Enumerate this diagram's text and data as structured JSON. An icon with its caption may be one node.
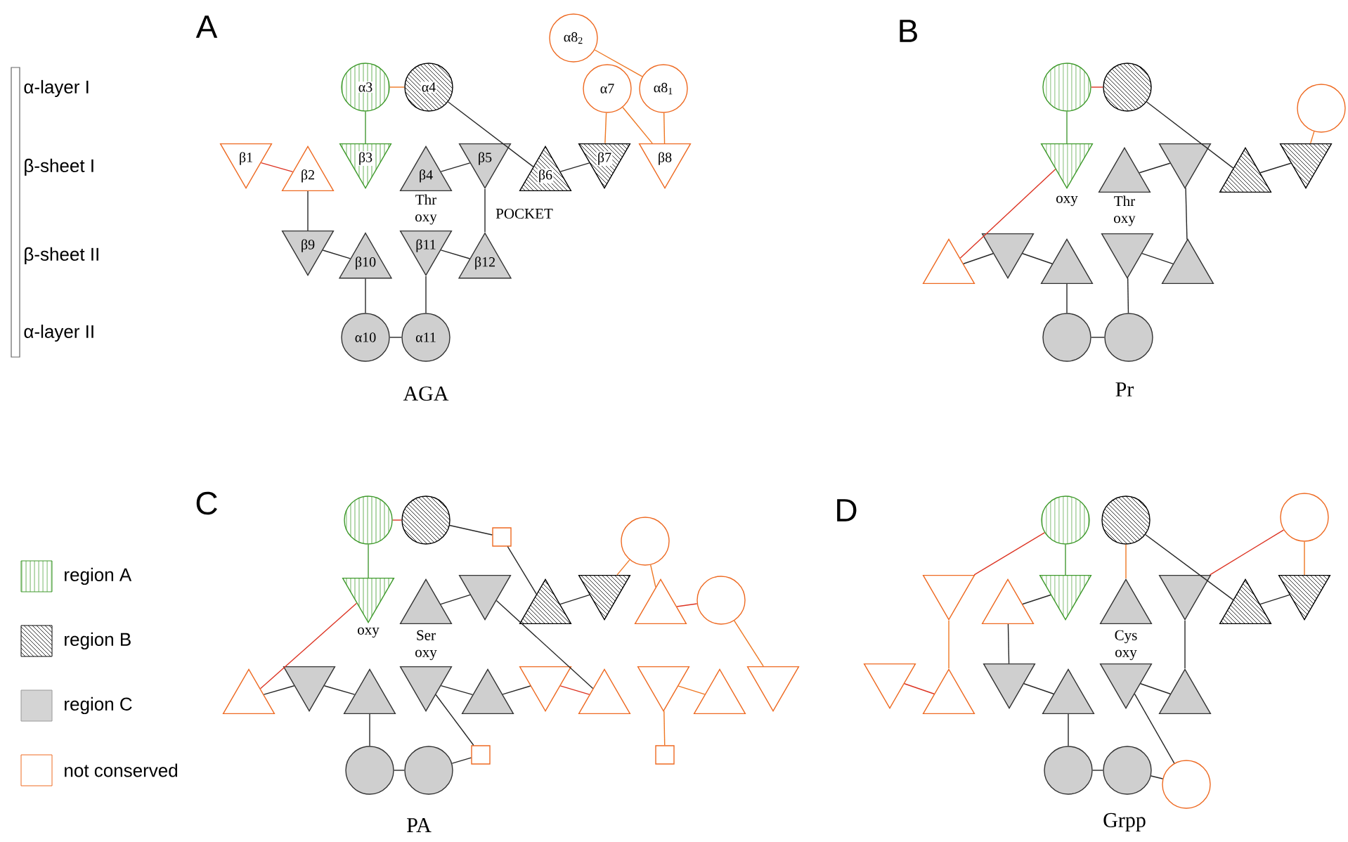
{
  "diagram": {
    "nodes": [
      {
        "text": [
          "α8$_{2}$"
        ]
      },
      {
        "text": [
          "α3"
        ]
      },
      {
        "text": [
          "α4"
        ]
      },
      {
        "text": [
          "α7"
        ]
      },
      {
        "text": [
          "α8$_{1}$"
        ]
      },
      {
        "text": [
          "β1"
        ]
      },
      {
        "text": [
          "β2"
        ]
      },
      {
        "text": [
          "β3"
        ]
      },
      {
        "text": [
          "β4"
        ],
        "beside": [
          "Thr oxy"
        ]
      },
      {
        "text": [
          "β5"
        ],
        "beside": [
          "POCKET"
        ]
      },
      {
        "text": [
          "β6"
        ]
      },
      {
        "text": [
          "β7"
        ]
      },
      {
        "text": [
          "β8"
        ]
      },
      {
        "text": [
          "β9"
        ]
      },
      {
        "text": [
          "β10"
        ]
      },
      {
        "text": [
          "β11"
        ]
      },
      {
        "text": [
          "β12"
        ]
      },
      {
        "text": [
          "α10"
        ]
      },
      {
        "text": [
          "α11"
        ]
      },
      {
        "text": [],
        "shape": "circle"
      },
      {
        "text": [],
        "shape": "circle"
      },
      {
        "text": [],
        "shape": "circle"
      },
      {
        "text": [],
        "shape": "triangle",
        "beside": [
          "oxy"
        ]
      },
      {
        "text": [],
        "shape": "triangle",
        "beside": [
          "Thr oxy"
        ]
      },
      {
        "text": [],
        "shape": "triangle"
      },
      {
        "text": [],
        "shape": "triangle"
      },
      {
        "text": [],
        "shape": "triangle"
      },
      {
        "text": [],
        "shape": "triangle"
      },
      {
        "text": [],
        "shape": "triangle"
      },
      {
        "text": [],
        "shape": "triangle"
      },
      {
        "text": [],
        "shape": "triangle"
      },
      {
        "text": [],
        "shape": "triangle"
      },
      {
        "text": [],
        "shape": "circle"
      },
      {
        "text": [],
        "shape": "circle"
      },
      {
        "text": [],
        "shape": "circle"
      },
      {
        "text": [],
        "shape": "circle"
      },
      {
        "text": [],
        "shape": "box"
      },
      {
        "text": [],
        "shape": "circle"
      },
      {
        "text": [],
        "shape": "triangle",
        "beside": [
          "oxy"
        ]
      },
      {
        "text": [],
        "shape": "triangle",
        "beside": [
          "Ser oxy"
        ]
      },
      {
        "text": [],
        "shape": "triangle"
      },
      {
        "text": [],
        "shape": "triangle"
      },
      {
        "text": [],
        "shape": "triangle"
      },
      {
        "text": [],
        "shape": "triangle"
      },
      {
        "text": [],
        "shape": "circle"
      },
      {
        "text": [],
        "shape": "triangle"
      },
      {
        "text": [],
        "shape": "triangle"
      },
      {
        "text": [],
        "shape": "triangle"
      },
      {
        "text": [],
        "shape": "triangle"
      },
      {
        "text": [],
        "shape": "triangle"
      },
      {
        "text": [],
        "shape": "triangle"
      },
      {
        "text": [],
        "shape": "triangle"
      },
      {
        "text": [],
        "shape": "triangle"
      },
      {
        "text": [],
        "shape": "triangle"
      },
      {
        "text": [],
        "shape": "triangle"
      },
      {
        "text": [],
        "shape": "circle"
      },
      {
        "text": [],
        "shape": "circle"
      },
      {
        "text": [],
        "shape": "box"
      },
      {
        "text": [],
        "shape": "box"
      },
      {
        "text": [],
        "shape": "circle"
      },
      {
        "text": [],
        "shape": "circle"
      },
      {
        "text": [],
        "shape": "circle"
      },
      {
        "text": [],
        "shape": "triangle"
      },
      {
        "text": [],
        "shape": "triangle"
      },
      {
        "text": [],
        "shape": "triangle"
      },
      {
        "text": [],
        "shape": "triangle",
        "beside": [
          "Cys oxy"
        ]
      },
      {
        "text": [],
        "shape": "triangle"
      },
      {
        "text": [],
        "shape": "triangle"
      },
      {
        "text": [],
        "shape": "triangle"
      },
      {
        "text": [],
        "shape": "triangle"
      },
      {
        "text": [],
        "shape": "triangle"
      },
      {
        "text": [],
        "shape": "triangle"
      },
      {
        "text": [],
        "shape": "triangle"
      },
      {
        "text": [],
        "shape": "triangle"
      },
      {
        "text": [],
        "shape": "triangle"
      },
      {
        "text": [],
        "shape": "circle"
      },
      {
        "text": [],
        "shape": "circle"
      },
      {
        "text": [],
        "shape": "circle"
      }
    ],
    "edges": [
      {
        "from": 5,
        "to": 6,
        "arrow": "none",
        "color": "#dd3322"
      },
      {
        "from": 6,
        "to": 13,
        "arrow": "none"
      },
      {
        "from": 13,
        "to": 14,
        "arrow": "none"
      },
      {
        "from": 14,
        "to": 17,
        "arrow": "none"
      },
      {
        "from": 17,
        "to": 18,
        "arrow": "none"
      },
      {
        "from": 18,
        "to": 15,
        "arrow": "none"
      },
      {
        "from": 15,
        "to": 16,
        "arrow": "none"
      },
      {
        "from": 16,
        "to": 9,
        "arrow": "none"
      },
      {
        "from": 9,
        "to": 8,
        "arrow": "none"
      },
      {
        "from": 1,
        "to": 7,
        "arrow": "none",
        "color": "#449933"
      },
      {
        "from": 1,
        "to": 2,
        "arrow": "none",
        "color": "#ee7722"
      },
      {
        "from": 2,
        "to": 10,
        "arrow": "none"
      },
      {
        "from": 10,
        "to": 11,
        "arrow": "none"
      },
      {
        "from": 11,
        "to": 3,
        "arrow": "none",
        "color": "#ee7722"
      },
      {
        "from": 3,
        "to": 12,
        "arrow": "none",
        "color": "#ee7722"
      },
      {
        "from": 12,
        "to": 4,
        "arrow": "none",
        "color": "#ee7722"
      },
      {
        "from": 4,
        "to": 0,
        "arrow": "none",
        "color": "#ee7722"
      },
      {
        "from": 19,
        "to": 20,
        "arrow": "none",
        "color": "#dd3322"
      },
      {
        "from": 19,
        "to": 22,
        "arrow": "none",
        "color": "#449933"
      },
      {
        "from": 22,
        "to": 27,
        "arrow": "none",
        "color": "#dd3322"
      },
      {
        "from": 27,
        "to": 28,
        "arrow": "none"
      },
      {
        "from": 28,
        "to": 29,
        "arrow": "none"
      },
      {
        "from": 29,
        "to": 32,
        "arrow": "none"
      },
      {
        "from": 32,
        "to": 33,
        "arrow": "none"
      },
      {
        "from": 33,
        "to": 30,
        "arrow": "none"
      },
      {
        "from": 30,
        "to": 31,
        "arrow": "none"
      },
      {
        "from": 31,
        "to": 24,
        "arrow": "none"
      },
      {
        "from": 24,
        "to": 23,
        "arrow": "none"
      },
      {
        "from": 20,
        "to": 25,
        "arrow": "none"
      },
      {
        "from": 25,
        "to": 26,
        "arrow": "none"
      },
      {
        "from": 26,
        "to": 21,
        "arrow": "none",
        "color": "#ee7722"
      },
      {
        "from": 34,
        "to": 35,
        "arrow": "none",
        "color": "#dd3322"
      },
      {
        "from": 34,
        "to": 38,
        "arrow": "none",
        "color": "#449933"
      },
      {
        "from": 38,
        "to": 45,
        "arrow": "none",
        "color": "#dd3322"
      },
      {
        "from": 45,
        "to": 46,
        "arrow": "none"
      },
      {
        "from": 46,
        "to": 47,
        "arrow": "none"
      },
      {
        "from": 47,
        "to": 55,
        "arrow": "none"
      },
      {
        "from": 55,
        "to": 56,
        "arrow": "none"
      },
      {
        "from": 56,
        "to": 57,
        "arrow": "none"
      },
      {
        "from": 57,
        "to": 48,
        "arrow": "none"
      },
      {
        "from": 48,
        "to": 49,
        "arrow": "none"
      },
      {
        "from": 49,
        "to": 50,
        "arrow": "none"
      },
      {
        "from": 50,
        "to": 51,
        "arrow": "none",
        "color": "#dd3322"
      },
      {
        "from": 51,
        "to": 40,
        "arrow": "none"
      },
      {
        "from": 40,
        "to": 39,
        "arrow": "none"
      },
      {
        "from": 35,
        "to": 36,
        "arrow": "none"
      },
      {
        "from": 36,
        "to": 41,
        "arrow": "none"
      },
      {
        "from": 41,
        "to": 42,
        "arrow": "none"
      },
      {
        "from": 42,
        "to": 37,
        "arrow": "none",
        "color": "#ee7722"
      },
      {
        "from": 37,
        "to": 43,
        "arrow": "none",
        "color": "#ee7722"
      },
      {
        "from": 43,
        "to": 44,
        "arrow": "none",
        "color": "#dd3322"
      },
      {
        "from": 44,
        "to": 54,
        "arrow": "none",
        "color": "#ee7722"
      },
      {
        "from": 52,
        "to": 53,
        "arrow": "none",
        "color": "#ee7722"
      },
      {
        "from": 52,
        "to": 58,
        "arrow": "none",
        "color": "#ee7722"
      },
      {
        "from": 69,
        "to": 70,
        "arrow": "none",
        "color": "#dd3322"
      },
      {
        "from": 70,
        "to": 62,
        "arrow": "none",
        "color": "#ee7722"
      },
      {
        "from": 62,
        "to": 59,
        "arrow": "none",
        "color": "#dd3322"
      },
      {
        "from": 59,
        "to": 64,
        "arrow": "none",
        "color": "#449933"
      },
      {
        "from": 64,
        "to": 63,
        "arrow": "none"
      },
      {
        "from": 63,
        "to": 71,
        "arrow": "none"
      },
      {
        "from": 71,
        "to": 72,
        "arrow": "none"
      },
      {
        "from": 72,
        "to": 75,
        "arrow": "none"
      },
      {
        "from": 75,
        "to": 76,
        "arrow": "none"
      },
      {
        "from": 76,
        "to": 77,
        "arrow": "none"
      },
      {
        "from": 77,
        "to": 73,
        "arrow": "none"
      },
      {
        "from": 73,
        "to": 74,
        "arrow": "none"
      },
      {
        "from": 74,
        "to": 66,
        "arrow": "none"
      },
      {
        "from": 66,
        "to": 61,
        "arrow": "none",
        "color": "#dd3322"
      },
      {
        "from": 61,
        "to": 68,
        "arrow": "none",
        "color": "#ee7722"
      },
      {
        "from": 68,
        "to": 67,
        "arrow": "none"
      },
      {
        "from": 67,
        "to": 60,
        "arrow": "none"
      },
      {
        "from": 60,
        "to": 65,
        "arrow": "none",
        "color": "#ee7722"
      }
    ],
    "labels": [
      "α-layer I",
      "β-sheet I",
      "β-sheet II",
      "α-layer II",
      "A",
      "AGA",
      "B",
      "Pr",
      "C",
      "PA",
      "D",
      "Grpp"
    ],
    "legend": [
      {
        "text": "region A"
      },
      {
        "text": "region B"
      },
      {
        "text": "region C",
        "color": "#d4d4d4"
      },
      {
        "text": "not conserved"
      }
    ]
  }
}
